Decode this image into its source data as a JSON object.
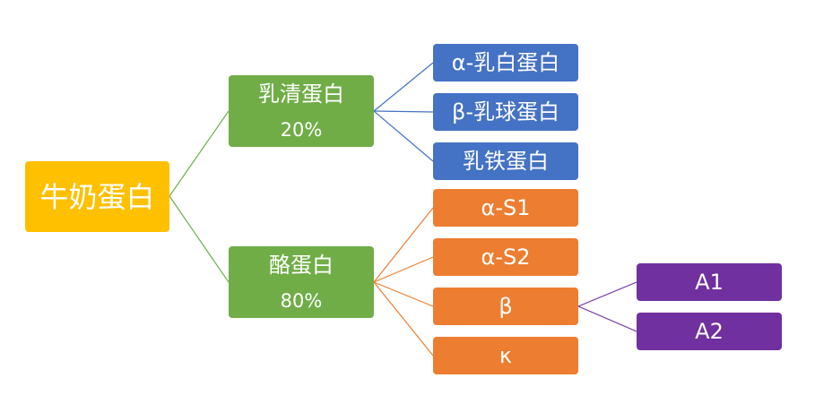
{
  "root": {
    "label": "牛奶蛋白"
  },
  "whey": {
    "label": "乳清蛋白",
    "percent": "20%"
  },
  "casein": {
    "label": "酪蛋白",
    "percent": "80%"
  },
  "whey_children": [
    "α-乳白蛋白",
    "β-乳球蛋白",
    "乳铁蛋白"
  ],
  "casein_children": [
    "α-S1",
    "α-S2",
    "β",
    "κ"
  ],
  "beta_children": [
    "A1",
    "A2"
  ],
  "colors": {
    "root": "#FFC000",
    "level2": "#70AD47",
    "whey_branch": "#4472C4",
    "casein_branch": "#ED7D31",
    "beta_branch": "#7030A0"
  }
}
